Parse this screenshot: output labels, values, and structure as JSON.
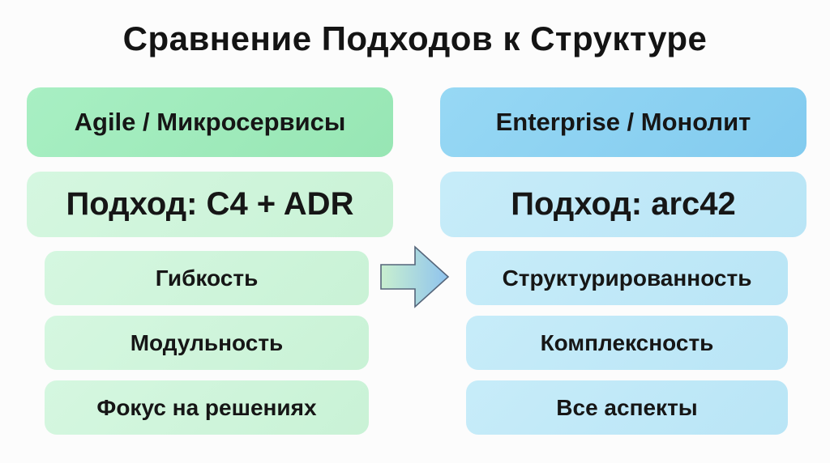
{
  "title": "Сравнение Подходов к Структуре",
  "left_column": {
    "header": "Agile / Микросервисы",
    "subheader": "Подход: C4 + ADR",
    "items": [
      "Гибкость",
      "Модульность",
      "Фокус на решениях"
    ]
  },
  "right_column": {
    "header": "Enterprise / Монолит",
    "subheader": "Подход: arc42",
    "items": [
      "Структурированность",
      "Комплексность",
      "Все аспекты"
    ]
  },
  "arrow": {
    "icon": "right-block-arrow",
    "direction": "left-to-right"
  },
  "colors": {
    "background": "#fcfcfc",
    "text": "#141414",
    "left_header_bg": "#9feabc",
    "left_light_bg": "#cef4da",
    "right_header_bg": "#8cd1f1",
    "right_light_bg": "#c0e9f8",
    "arrow_gradient_from": "#c8efcf",
    "arrow_gradient_to": "#8fc3ee",
    "arrow_stroke": "#55657a"
  }
}
